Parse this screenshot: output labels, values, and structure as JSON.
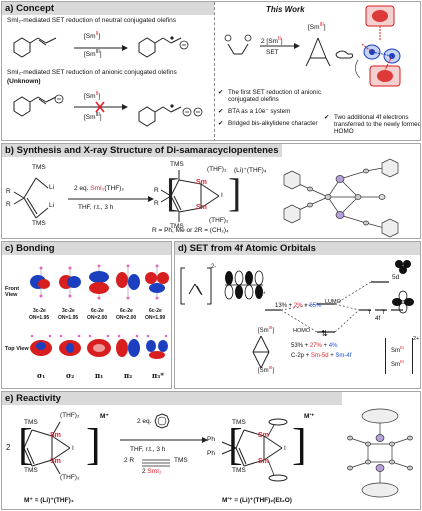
{
  "panel_a": {
    "header": "a) Concept",
    "line1": "SmI₂-mediated SET reduction of neutral conjugated olefins",
    "line2": "SmI₂-mediated SET reduction of anionic conjugated olefins",
    "unknown": "(Unknown)",
    "sm2": "[Sm",
    "sm2_sup": "II",
    "sm3_sup": "III",
    "bracket": "]",
    "this_work": "This Work",
    "cond_num": "2",
    "set": "SET",
    "smIII": "[Sm",
    "bullet1": "The first SET reduction of anionic conjugated olefins",
    "bullet2": "BTA as a 10e⁻ system",
    "bullet3": "Bridged bis-alkylidene character",
    "bullet4": "Two additional 4f electrons transferred to the newly formed HOMO",
    "check": "✔"
  },
  "panel_b": {
    "header": "b) Synthesis and X-ray Structure of Di-samaracyclopentenes",
    "tms": "TMS",
    "li": "Li",
    "reagent": "2 eq. SmI₂(THF)₂",
    "conditions": "THF, r.t., 3 h",
    "thf": "(THF)₂",
    "li_thf": "(Li)⁺(THF)₄",
    "sm": "Sm",
    "r": "R",
    "i": "I",
    "footnote": "R = Ph, Me or 2R = (CH₂)₄"
  },
  "panel_c": {
    "header": "c) Bonding",
    "front_view": "Front View",
    "top_view": "Top View",
    "orbitals": [
      {
        "type": "3c-2e",
        "on": "ON=1.95",
        "label": "σ₁"
      },
      {
        "type": "3c-2e",
        "on": "ON=1.95",
        "label": "σ₂"
      },
      {
        "type": "6c-2e",
        "on": "ON=2.00",
        "label": "π₁"
      },
      {
        "type": "6c-2e",
        "on": "ON=2.00",
        "label": "π₂"
      },
      {
        "type": "6c-2e",
        "on": "ON=1.99",
        "label": "π₃*"
      }
    ]
  },
  "panel_d": {
    "header": "d) SET from 4f Atomic Orbitals",
    "charge": "2-",
    "pi_star": "π*",
    "level_5d": "5d",
    "level_4f": "4f",
    "lumo": "LUMO",
    "homo": "HOMO",
    "lumo_comp": [
      "13% +",
      "2%",
      "+",
      "65%"
    ],
    "homo_comp": [
      "53% +",
      "27%",
      "+",
      "4%"
    ],
    "comp_legend": [
      "C-2p +",
      "Sm-5d",
      "+",
      "Sm-4f"
    ],
    "sm_sup": "III",
    "charge2": "2+"
  },
  "panel_e": {
    "header": "e) Reactivity",
    "tms": "TMS",
    "sm": "Sm",
    "thf": "(THF)₂",
    "m_plus": "M⁺",
    "two": "2",
    "reagent1": "2 eq.",
    "conditions": "THF, r.t., 3 h",
    "alkyne_left": "2 R",
    "alkyne_right": "TMS",
    "smi2": "2 SmI₂",
    "ph": "Ph",
    "i": "I",
    "mplus_def": "M⁺ = (Li)⁺(THF)₄",
    "mpp": "M'⁺",
    "mpp_def": "M'⁺ = (Li)⁺(THF)₂(Et₂O)"
  },
  "colors": {
    "header_bg": "#d9d9d9",
    "red": "#e0202a",
    "blue": "#1e4fd6",
    "orbital_red": "#d81e1e",
    "orbital_blue": "#1b3fbf",
    "atom_pink": "#f0a3c4"
  }
}
